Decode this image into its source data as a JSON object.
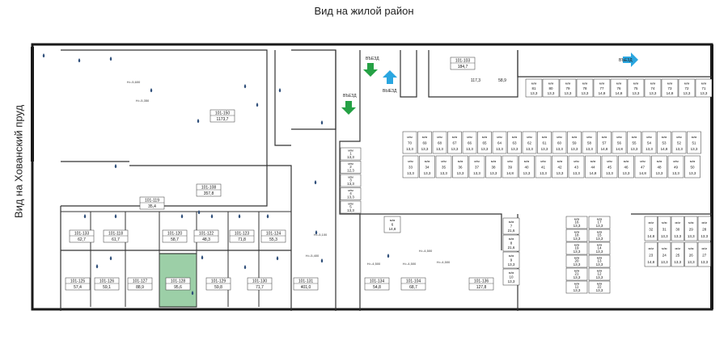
{
  "captions": {
    "top": "Вид на жилой район",
    "left": "Вид на Хованский пруд"
  },
  "colors": {
    "wall": "#1a1a1a",
    "selected_fill": "#9ccfa7",
    "drain": "#2f4f7a",
    "entry_arrow": "#25a145",
    "exit_arrow": "#2aa6e0"
  },
  "exits": [
    {
      "id": "a",
      "label": "ВЪЕЗД"
    },
    {
      "id": "b",
      "label": "ВЫЕЗД"
    },
    {
      "id": "c",
      "label": "ВЪЕЗД"
    },
    {
      "id": "d",
      "label": "ВЪЕЗД"
    }
  ],
  "levels": {
    "l1": "H=-5,600",
    "l2": "H=-5,350",
    "l3": "H=-5,400",
    "l4": "H=-5,100",
    "l5": "H=-4,500",
    "l6": "H=-4,500",
    "l7": "H=-4,500",
    "l8": "H=-4,500"
  },
  "commercial_units": [
    {
      "id": "101-103",
      "area": "184,7"
    },
    {
      "id": "101-150",
      "area": "1173,7"
    },
    {
      "id": "101-108",
      "area": "357,8"
    },
    {
      "id": "101-119",
      "area": "35,4"
    },
    {
      "id": "101-133",
      "area": "62,7"
    },
    {
      "id": "101-118",
      "area": "61,7"
    },
    {
      "id": "101-120",
      "area": "58,7"
    },
    {
      "id": "101-122",
      "area": "48,3"
    },
    {
      "id": "101-123",
      "area": "71,8"
    },
    {
      "id": "101-124",
      "area": "55,3"
    },
    {
      "id": "101-125",
      "area": "57,4"
    },
    {
      "id": "101-126",
      "area": "59,1"
    },
    {
      "id": "101-127",
      "area": "88,9"
    },
    {
      "id": "101-128",
      "area": "95,6"
    },
    {
      "id": "101-129",
      "area": "59,8"
    },
    {
      "id": "101-130",
      "area": "71,7"
    },
    {
      "id": "101-131",
      "area": "401,0"
    },
    {
      "id": "101-134",
      "area": "54,8"
    },
    {
      "id": "101-104",
      "area": "68,7"
    },
    {
      "id": "101-136",
      "area": "127,8"
    }
  ],
  "small_rooms": [
    {
      "id": "r1",
      "area": "117,3"
    },
    {
      "id": "r2",
      "area": "58,9"
    }
  ],
  "parking_prefix": "м/м",
  "parking_rows": [
    {
      "row": "top",
      "spaces": [
        {
          "n": "81",
          "a": "13,3"
        },
        {
          "n": "80",
          "a": "13,3"
        },
        {
          "n": "79",
          "a": "13,3"
        },
        {
          "n": "78",
          "a": "13,3"
        },
        {
          "n": "77",
          "a": "14,8"
        },
        {
          "n": "76",
          "a": "14,8"
        },
        {
          "n": "75",
          "a": "13,3"
        },
        {
          "n": "74",
          "a": "13,3"
        },
        {
          "n": "73",
          "a": "14,8"
        },
        {
          "n": "72",
          "a": "13,3"
        },
        {
          "n": "71",
          "a": "13,3"
        }
      ]
    },
    {
      "row": "mid-upper",
      "spaces": [
        {
          "n": "70",
          "a": "13,3"
        },
        {
          "n": "69",
          "a": "13,3"
        },
        {
          "n": "68",
          "a": "13,3"
        },
        {
          "n": "67",
          "a": "13,3"
        },
        {
          "n": "66",
          "a": "13,3"
        },
        {
          "n": "65",
          "a": "13,3"
        },
        {
          "n": "64",
          "a": "13,3"
        },
        {
          "n": "63",
          "a": "13,3"
        },
        {
          "n": "62",
          "a": "13,3"
        },
        {
          "n": "61",
          "a": "13,3"
        },
        {
          "n": "60",
          "a": "13,3"
        },
        {
          "n": "59",
          "a": "13,3"
        },
        {
          "n": "58",
          "a": "13,3"
        },
        {
          "n": "57",
          "a": "14,8"
        },
        {
          "n": "56",
          "a": "14,8"
        },
        {
          "n": "55",
          "a": "13,3"
        },
        {
          "n": "54",
          "a": "13,3"
        },
        {
          "n": "53",
          "a": "14,8"
        },
        {
          "n": "52",
          "a": "13,3"
        },
        {
          "n": "51",
          "a": "13,3"
        }
      ]
    },
    {
      "row": "mid-lower",
      "spaces": [
        {
          "n": "33",
          "a": "13,3"
        },
        {
          "n": "34",
          "a": "13,3"
        },
        {
          "n": "35",
          "a": "13,3"
        },
        {
          "n": "36",
          "a": "13,3"
        },
        {
          "n": "37",
          "a": "13,3"
        },
        {
          "n": "38",
          "a": "13,3"
        },
        {
          "n": "39",
          "a": "14,8"
        },
        {
          "n": "40",
          "a": "13,3"
        },
        {
          "n": "41",
          "a": "13,3"
        },
        {
          "n": "42",
          "a": "13,3"
        },
        {
          "n": "43",
          "a": "13,3"
        },
        {
          "n": "44",
          "a": "14,8"
        },
        {
          "n": "45",
          "a": "13,3"
        },
        {
          "n": "46",
          "a": "13,3"
        },
        {
          "n": "47",
          "a": "14,8"
        },
        {
          "n": "48",
          "a": "13,3"
        },
        {
          "n": "49",
          "a": "13,3"
        },
        {
          "n": "50",
          "a": "13,3"
        }
      ]
    },
    {
      "row": "ramp-column",
      "spaces": [
        {
          "n": "1",
          "a": "13,3"
        },
        {
          "n": "2",
          "a": "12,3"
        },
        {
          "n": "3",
          "a": "13,3"
        },
        {
          "n": "4",
          "a": "13,3"
        },
        {
          "n": "5",
          "a": "13,3"
        }
      ]
    },
    {
      "row": "center",
      "spaces": [
        {
          "n": "6",
          "a": "14,8"
        },
        {
          "n": "7",
          "a": "21,6"
        },
        {
          "n": "8",
          "a": "21,6"
        },
        {
          "n": "9",
          "a": "13,3"
        },
        {
          "n": "10",
          "a": "13,3"
        }
      ]
    },
    {
      "row": "center-right",
      "spaces": [
        {
          "n": "16",
          "a": "13,3"
        },
        {
          "n": "17",
          "a": "13,3"
        },
        {
          "n": "18",
          "a": "13,3"
        },
        {
          "n": "15",
          "a": "13,3"
        },
        {
          "n": "19",
          "a": "13,3"
        },
        {
          "n": "14",
          "a": "13,3"
        },
        {
          "n": "20",
          "a": "13,3"
        },
        {
          "n": "13",
          "a": "13,3"
        },
        {
          "n": "21",
          "a": "13,3"
        },
        {
          "n": "12",
          "a": "13,3"
        },
        {
          "n": "11",
          "a": "13,3"
        },
        {
          "n": "22",
          "a": "13,3"
        }
      ]
    },
    {
      "row": "bottom-right",
      "spaces": [
        {
          "n": "32",
          "a": "14,8"
        },
        {
          "n": "31",
          "a": "13,3"
        },
        {
          "n": "30",
          "a": "13,3"
        },
        {
          "n": "29",
          "a": "13,3"
        },
        {
          "n": "28",
          "a": "13,3"
        },
        {
          "n": "23",
          "a": "14,8"
        },
        {
          "n": "24",
          "a": "13,3"
        },
        {
          "n": "25",
          "a": "13,3"
        },
        {
          "n": "26",
          "a": "13,3"
        },
        {
          "n": "27",
          "a": "13,3"
        }
      ]
    }
  ]
}
